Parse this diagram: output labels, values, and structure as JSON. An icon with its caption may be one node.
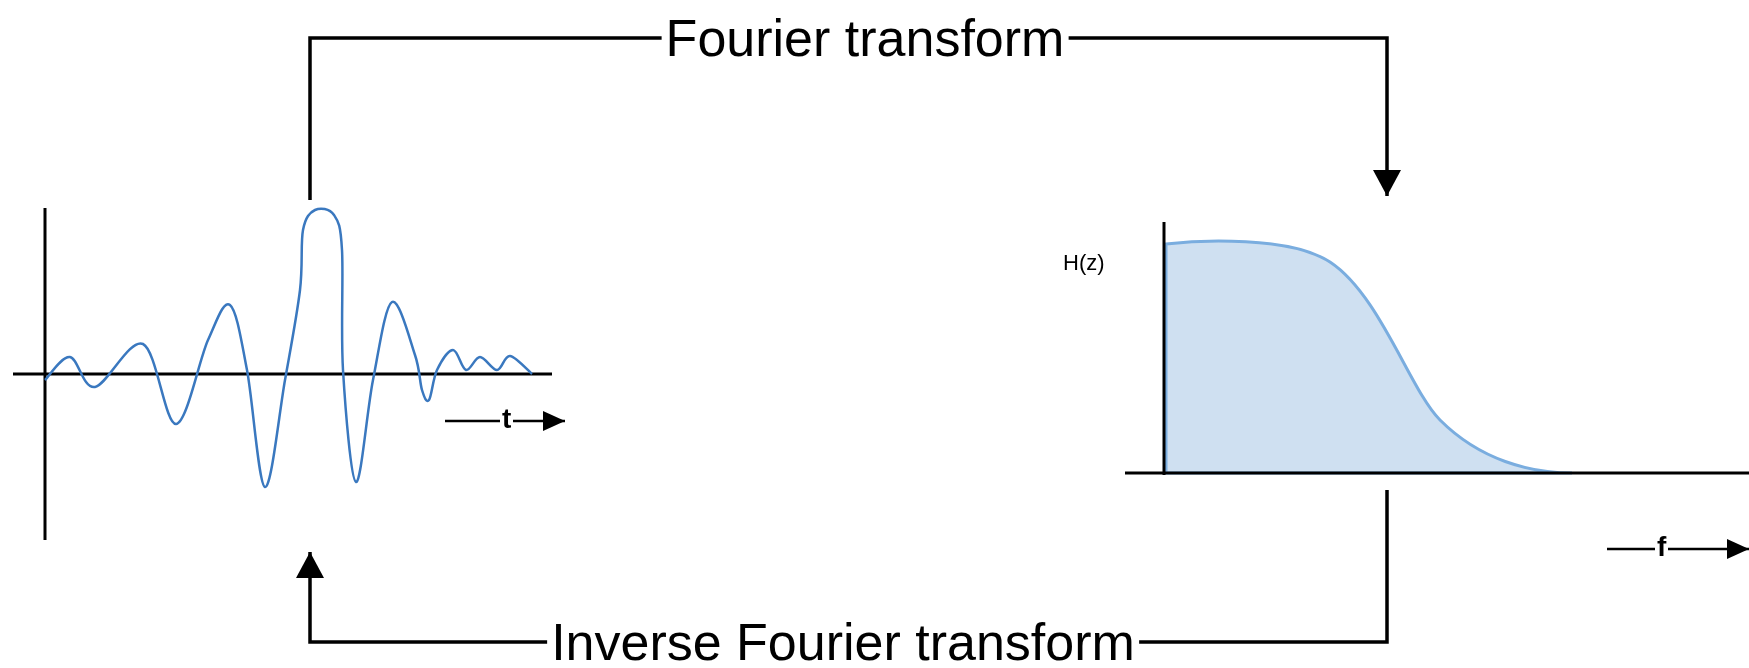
{
  "diagram": {
    "nodes": [
      {
        "text": [],
        "shape": "picture"
      },
      {
        "text": [],
        "shape": "picture"
      }
    ],
    "edges": [
      {
        "from": 0,
        "to": 1,
        "arrow": "to",
        "label": "Fourier transform"
      },
      {
        "from": 1,
        "to": 0,
        "arrow": "to",
        "label": "Inverse Fourier transform"
      }
    ],
    "labels": [
      "H(z)",
      "t",
      "f"
    ]
  }
}
